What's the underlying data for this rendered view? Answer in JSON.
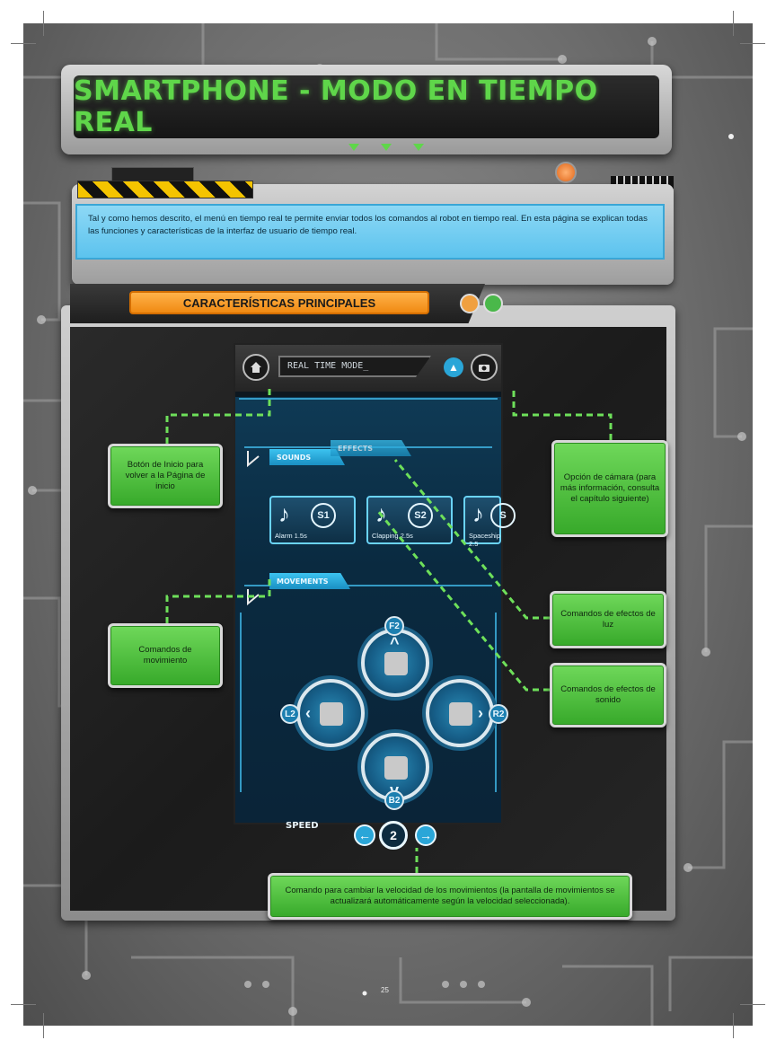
{
  "title": "SMARTPHONE - MODO EN TIEMPO REAL",
  "intro": "Tal y como hemos descrito, el menú en tiempo real te permite enviar todos los comandos al robot en tiempo real. En esta página se explican todas las funciones y características de la interfaz de usuario de tiempo real.",
  "section_title": "CARACTERÍSTICAS PRINCIPALES",
  "phone": {
    "mode_label": "REAL TIME MODE_",
    "tabs": {
      "sounds": "SOUNDS",
      "effects": "EFFECTS",
      "movements": "MOVEMENTS"
    },
    "sound_cards": [
      {
        "number": "S1",
        "label": "Alarm 1.5s"
      },
      {
        "number": "S2",
        "label": "Clapping 2.5s"
      },
      {
        "number": "S",
        "label": "Spaceship 2.5"
      }
    ],
    "dpad": {
      "forward": "F2",
      "left": "L2",
      "right": "R2",
      "back": "B2"
    },
    "speed_label": "SPEED",
    "speed_value": "2",
    "icons": {
      "home": "house-icon",
      "camera": "camera-icon",
      "up": "arrow-up-icon",
      "left": "arrow-left-icon",
      "right": "arrow-right-icon"
    }
  },
  "callouts": {
    "home": "Botón de Inicio para volver a la Página de inicio",
    "camera": "Opción de cámara (para más información, consulta el capítulo siguiente)",
    "movement": "Comandos de movimiento",
    "light": "Comandos de efectos de luz",
    "sound": "Comandos de efectos de sonido",
    "speed": "Comando para cambiar la velocidad de los movimientos (la pantalla de movimientos se actualizará automáticamente según la velocidad seleccionada)."
  },
  "page_number": "25",
  "colors": {
    "title_green": "#5fd64a",
    "callout_green": "#4cc23a",
    "intro_blue": "#6ccbf1",
    "section_orange": "#f39a24",
    "screen_blue": "#0f3a55"
  }
}
